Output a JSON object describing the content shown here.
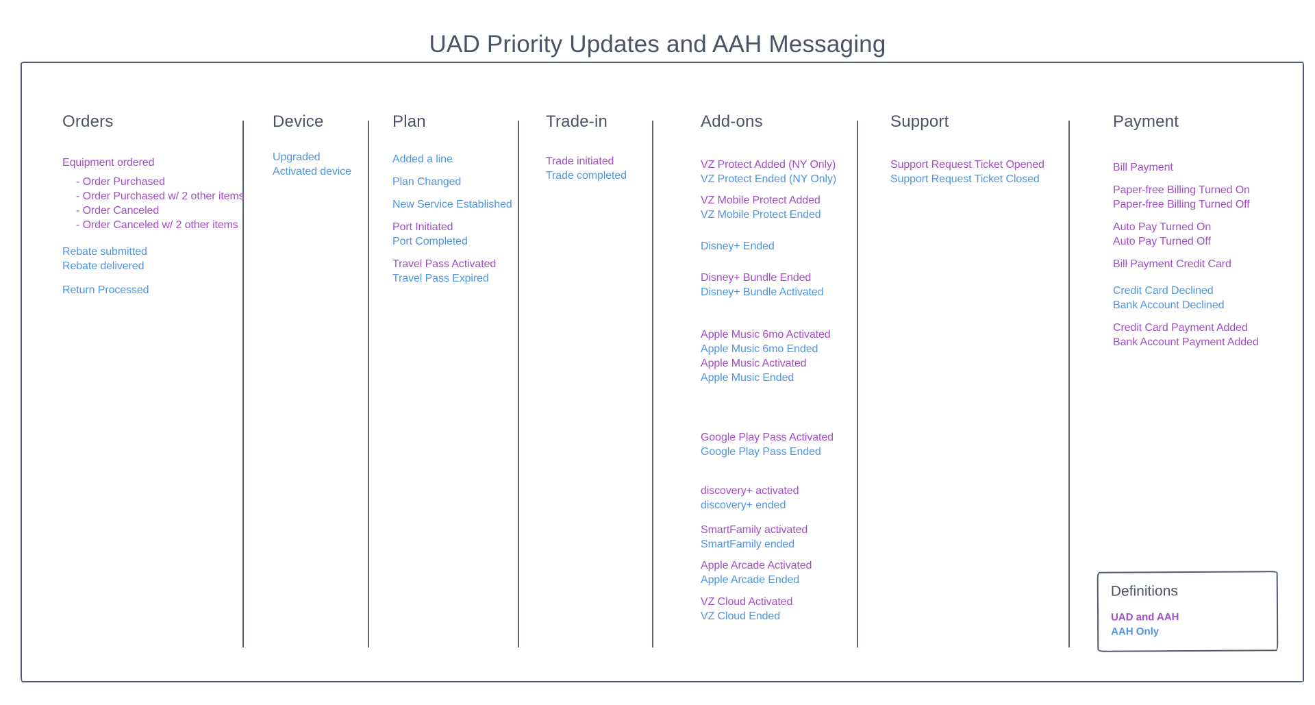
{
  "title": "UAD Priority Updates and AAH Messaging",
  "legend_colors": {
    "uad_and_aah": "#a34dc7",
    "aah_only": "#4e95e2",
    "heading": "#4a5365"
  },
  "columns": [
    {
      "name": "Orders",
      "groups": [
        [
          {
            "label": "Equipment ordered",
            "scope": "uad_and_aah"
          }
        ],
        [
          {
            "label": "- Order Purchased",
            "scope": "uad_and_aah",
            "sub": true
          },
          {
            "label": "- Order Purchased w/ 2 other items",
            "scope": "uad_and_aah",
            "sub": true
          },
          {
            "label": "- Order Canceled",
            "scope": "uad_and_aah",
            "sub": true
          },
          {
            "label": "- Order Canceled w/ 2 other items",
            "scope": "uad_and_aah",
            "sub": true
          }
        ],
        [
          {
            "label": "Rebate submitted",
            "scope": "aah_only"
          },
          {
            "label": "Rebate delivered",
            "scope": "aah_only"
          }
        ],
        [
          {
            "label": "Return Processed",
            "scope": "aah_only"
          }
        ]
      ]
    },
    {
      "name": "Device",
      "groups": [
        [
          {
            "label": "Upgraded",
            "scope": "aah_only"
          },
          {
            "label": "Activated device",
            "scope": "aah_only"
          }
        ]
      ]
    },
    {
      "name": "Plan",
      "groups": [
        [
          {
            "label": "Added a line",
            "scope": "aah_only"
          }
        ],
        [
          {
            "label": "Plan Changed",
            "scope": "aah_only"
          }
        ],
        [
          {
            "label": "New Service Established",
            "scope": "aah_only"
          }
        ],
        [
          {
            "label": "Port Initiated",
            "scope": "uad_and_aah"
          },
          {
            "label": "Port Completed",
            "scope": "aah_only"
          }
        ],
        [
          {
            "label": "Travel Pass Activated",
            "scope": "uad_and_aah"
          },
          {
            "label": "Travel Pass Expired",
            "scope": "aah_only"
          }
        ]
      ]
    },
    {
      "name": "Trade-in",
      "groups": [
        [
          {
            "label": "Trade initiated",
            "scope": "uad_and_aah"
          },
          {
            "label": "Trade completed",
            "scope": "aah_only"
          }
        ]
      ]
    },
    {
      "name": "Add-ons",
      "groups": [
        [
          {
            "label": "VZ Protect Added (NY Only)",
            "scope": "uad_and_aah"
          },
          {
            "label": "VZ Protect Ended (NY Only)",
            "scope": "aah_only"
          }
        ],
        [
          {
            "label": "VZ Mobile Protect Added",
            "scope": "uad_and_aah"
          },
          {
            "label": "VZ Mobile Protect Ended",
            "scope": "aah_only"
          }
        ],
        [
          {
            "label": "Disney+ Ended",
            "scope": "aah_only"
          }
        ],
        [
          {
            "label": "Disney+ Bundle Ended",
            "scope": "uad_and_aah"
          },
          {
            "label": "Disney+ Bundle Activated",
            "scope": "aah_only"
          }
        ],
        [
          {
            "label": "Apple Music 6mo Activated",
            "scope": "uad_and_aah"
          },
          {
            "label": "Apple Music 6mo Ended",
            "scope": "aah_only"
          },
          {
            "label": "Apple Music Activated",
            "scope": "uad_and_aah"
          },
          {
            "label": "Apple Music Ended",
            "scope": "aah_only"
          }
        ],
        [
          {
            "label": "Google Play Pass Activated",
            "scope": "uad_and_aah"
          },
          {
            "label": "Google Play Pass Ended",
            "scope": "aah_only"
          }
        ],
        [
          {
            "label": "discovery+ activated",
            "scope": "uad_and_aah"
          },
          {
            "label": "discovery+ ended",
            "scope": "aah_only"
          }
        ],
        [
          {
            "label": "SmartFamily activated",
            "scope": "uad_and_aah"
          },
          {
            "label": "SmartFamily ended",
            "scope": "aah_only"
          }
        ],
        [
          {
            "label": "Apple Arcade Activated",
            "scope": "uad_and_aah"
          },
          {
            "label": "Apple Arcade Ended",
            "scope": "aah_only"
          }
        ],
        [
          {
            "label": "VZ Cloud Activated",
            "scope": "uad_and_aah"
          },
          {
            "label": "VZ Cloud Ended",
            "scope": "aah_only"
          }
        ]
      ]
    },
    {
      "name": "Support",
      "groups": [
        [
          {
            "label": "Support Request Ticket Opened",
            "scope": "uad_and_aah"
          },
          {
            "label": "Support Request Ticket Closed",
            "scope": "aah_only"
          }
        ]
      ]
    },
    {
      "name": "Payment",
      "groups": [
        [
          {
            "label": "Bill Payment",
            "scope": "uad_and_aah"
          }
        ],
        [
          {
            "label": "Paper-free Billing Turned On",
            "scope": "uad_and_aah"
          },
          {
            "label": "Paper-free Billing Turned Off",
            "scope": "uad_and_aah"
          }
        ],
        [
          {
            "label": "Auto Pay Turned On",
            "scope": "uad_and_aah"
          },
          {
            "label": "Auto Pay Turned Off",
            "scope": "uad_and_aah"
          }
        ],
        [
          {
            "label": "Bill Payment Credit Card",
            "scope": "uad_and_aah"
          }
        ],
        [
          {
            "label": "Credit Card Declined",
            "scope": "aah_only"
          },
          {
            "label": "Bank Account Declined",
            "scope": "aah_only"
          }
        ],
        [
          {
            "label": "Credit Card Payment Added",
            "scope": "uad_and_aah"
          },
          {
            "label": "Bank Account Payment Added",
            "scope": "uad_and_aah"
          }
        ]
      ]
    }
  ],
  "definitions": {
    "title": "Definitions",
    "entries": [
      {
        "label": "UAD and AAH",
        "scope": "uad_and_aah"
      },
      {
        "label": "AAH Only",
        "scope": "aah_only"
      }
    ]
  }
}
